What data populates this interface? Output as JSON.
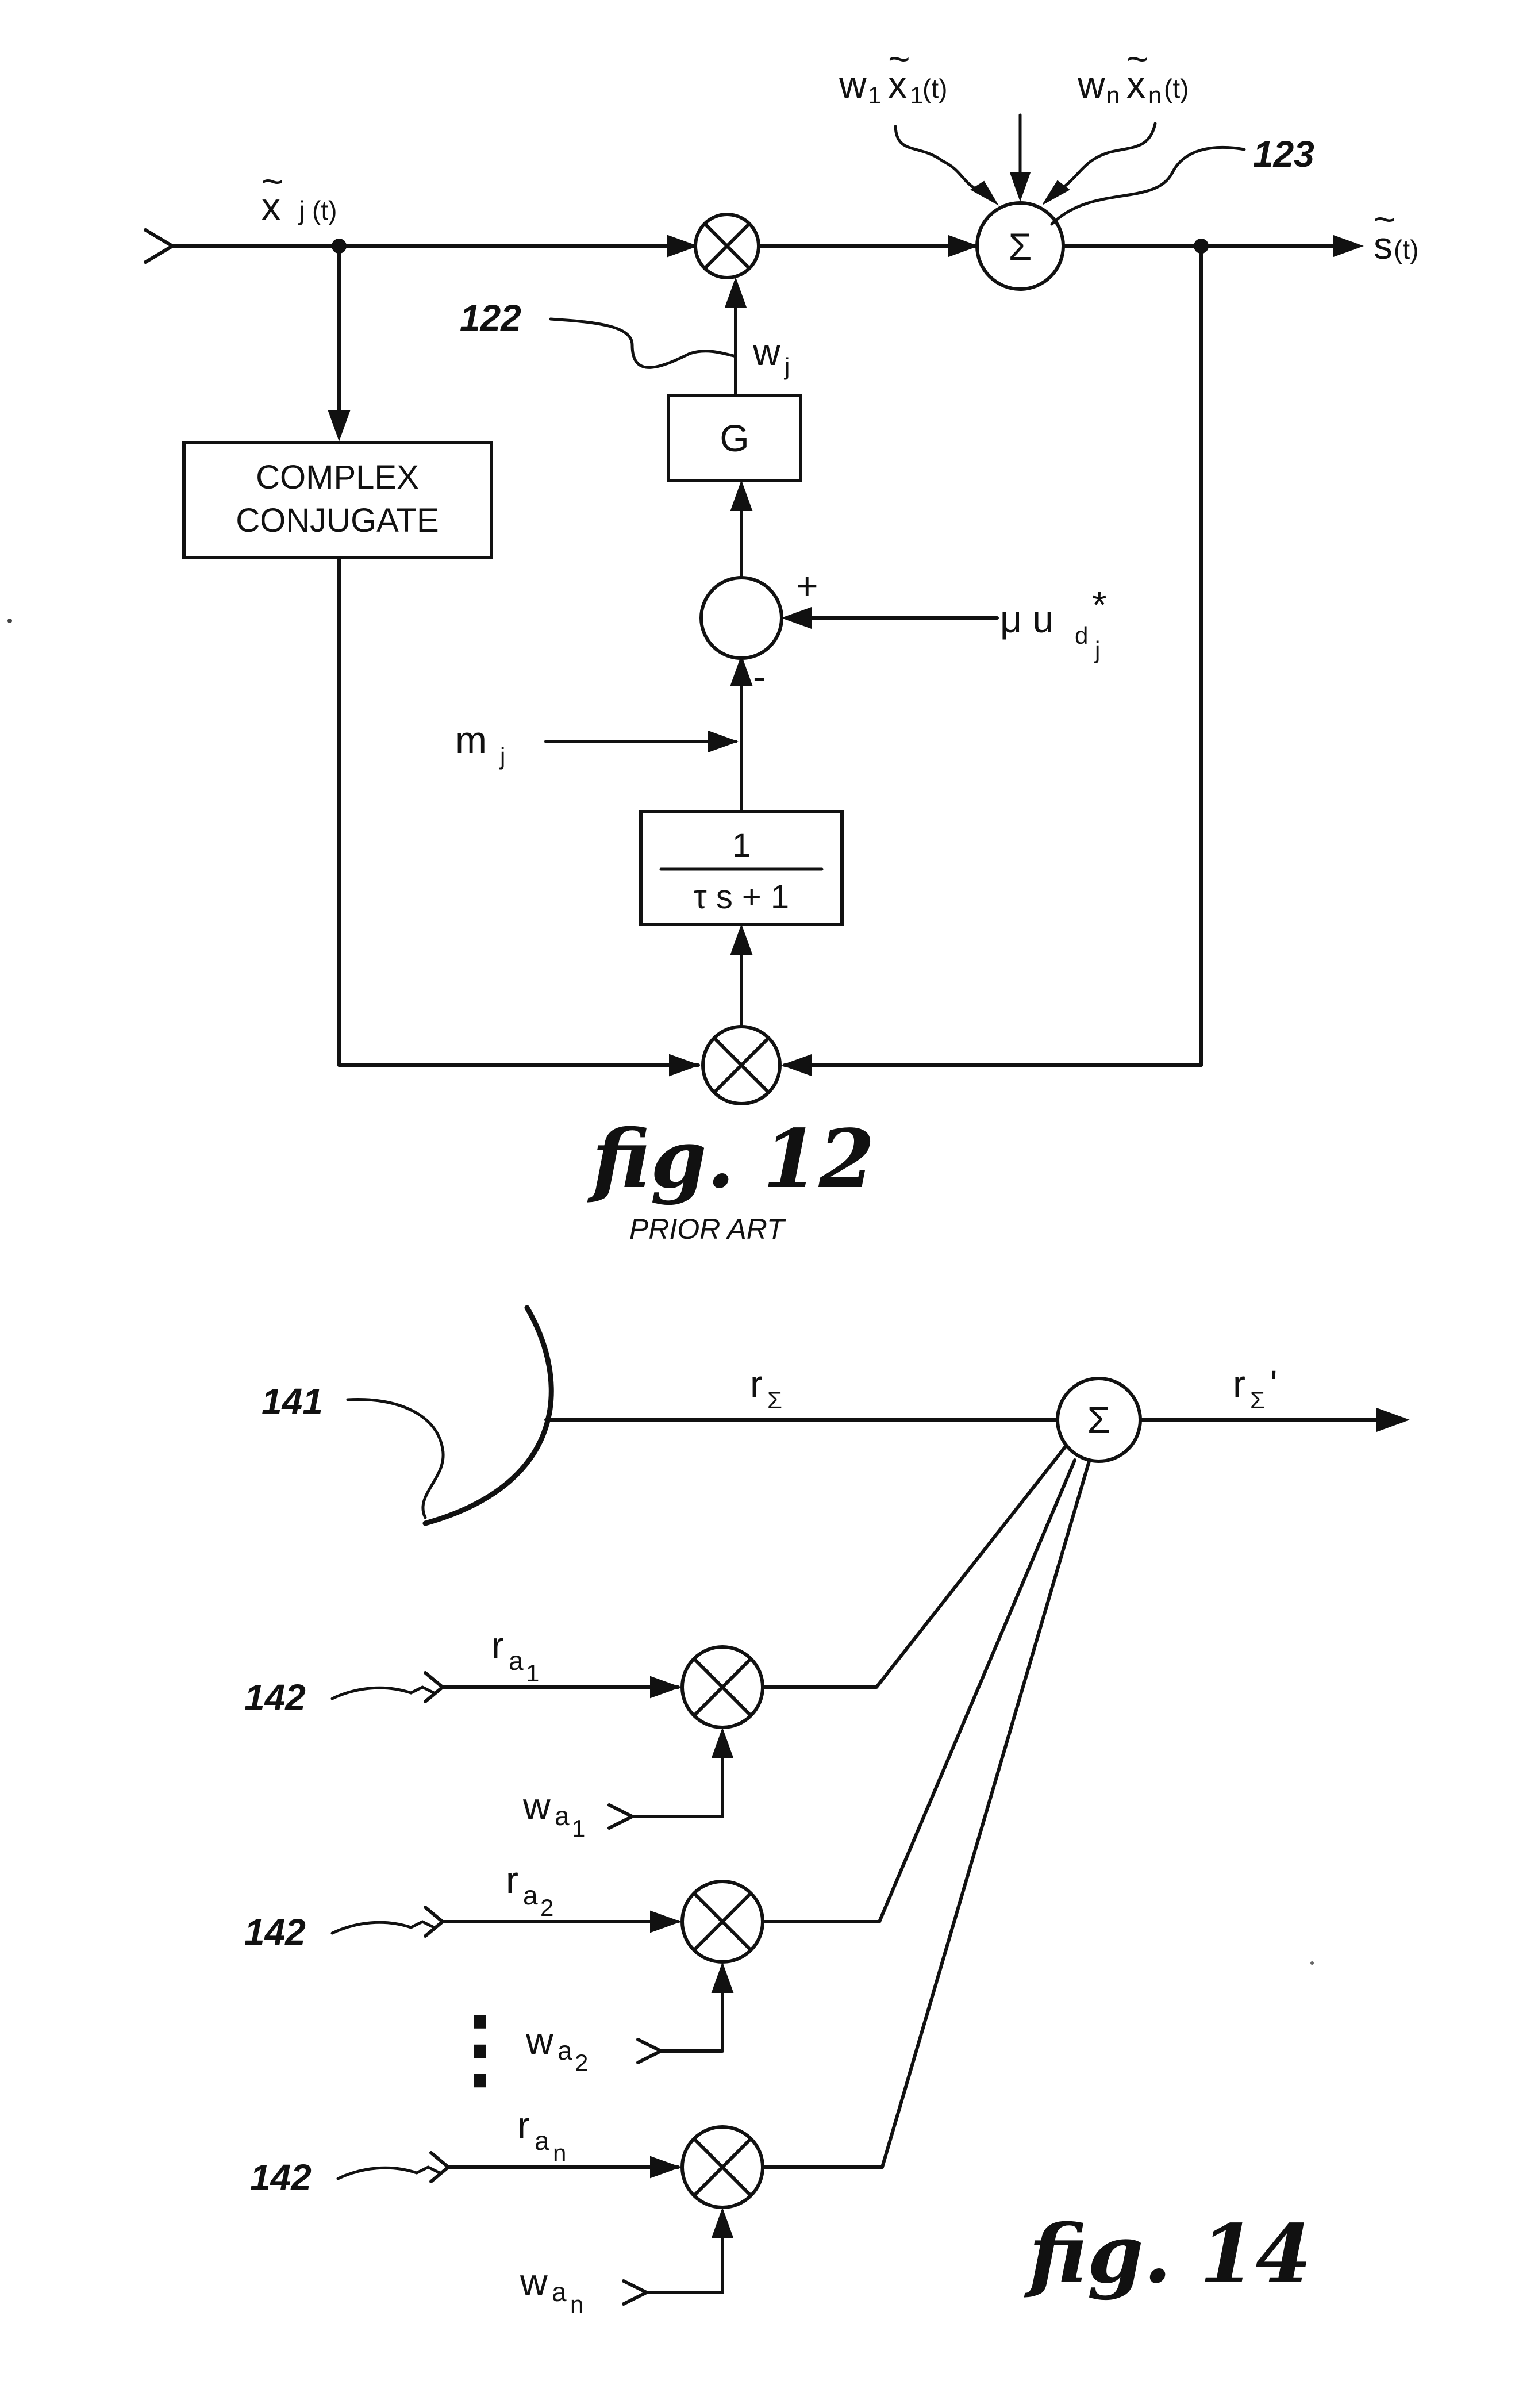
{
  "fig12": {
    "caption": "fig.  12",
    "note": "PRIOR ART",
    "input_label_x": "x",
    "input_label_rest": "j  (t)",
    "tilde": "~",
    "sum_symbol": "Σ",
    "output_s": "s",
    "output_rest": " (t)",
    "sum_input1_w": "w",
    "sum_input1_sub": "1",
    "sum_input1_x": "x",
    "sum_input1_xsub": "1",
    "sum_input1_t": " (t)",
    "sum_inputn_w": "w",
    "sum_inputn_sub": "n",
    "sum_inputn_x": "x",
    "sum_inputn_xsub": "n",
    "sum_inputn_t": " (t)",
    "ref_summer": "123",
    "ref_gain": "122",
    "gain_label": "G",
    "weight_label": "w",
    "weight_sub": "j",
    "conj_line1": "COMPLEX",
    "conj_line2": "CONJUGATE",
    "plus_sign": "+",
    "minus_sign": "-",
    "mu_label": "μ u",
    "mu_sub": "d",
    "mu_subsub": "j",
    "mu_star": "*",
    "m_label": "m",
    "m_sub": "j",
    "filter_num": "1",
    "filter_den": "τ s + 1"
  },
  "fig14": {
    "caption": "fig.  14",
    "sum_symbol": "Σ",
    "ref_reflector": "141",
    "ref_aux": "142",
    "r_main": "r",
    "r_main_sub": "Σ",
    "r_out": "r",
    "r_out_sub": "Σ",
    "r_out_prime": "'",
    "r": "r",
    "w": "w",
    "a": "a",
    "sub1": "1",
    "sub2": "2",
    "subn": "n",
    "ellipsis": "⋮"
  }
}
